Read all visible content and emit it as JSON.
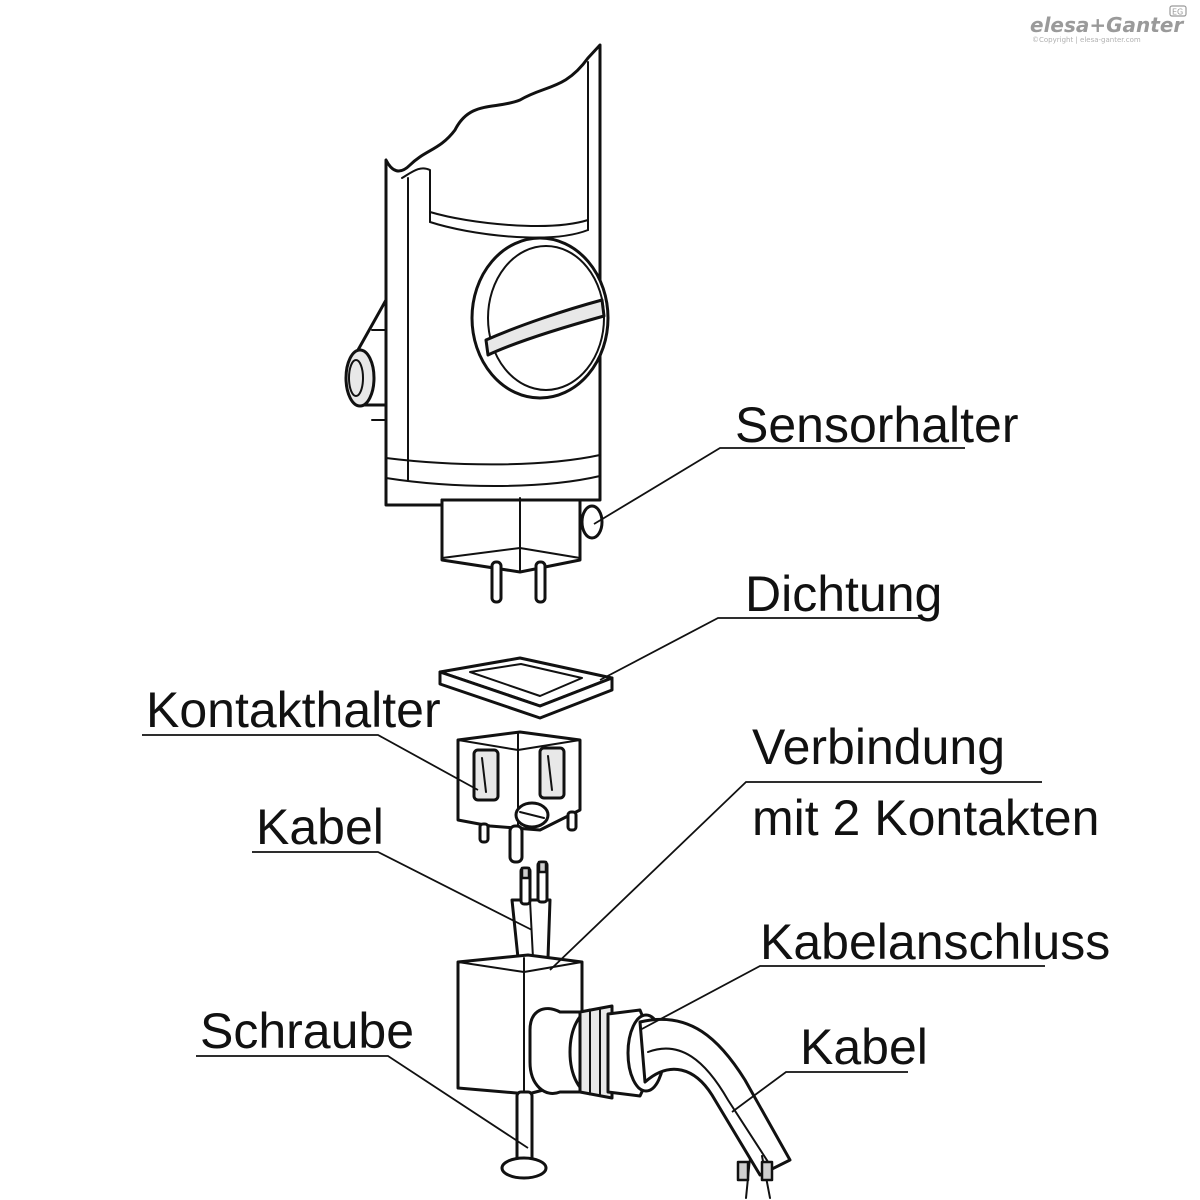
{
  "watermark": {
    "brand": "elesa+Ganter",
    "badge": "EG",
    "copyright": "©Copyright | elesa-ganter.com"
  },
  "labels": {
    "sensorhalter": "Sensorhalter",
    "dichtung": "Dichtung",
    "kontakthalter": "Kontakthalter",
    "verbindung_line1": "Verbindung",
    "verbindung_line2": "mit 2 Kontakten",
    "kabel_top": "Kabel",
    "kabelanschluss": "Kabelanschluss",
    "schraube": "Schraube",
    "kabel_bottom": "Kabel"
  }
}
